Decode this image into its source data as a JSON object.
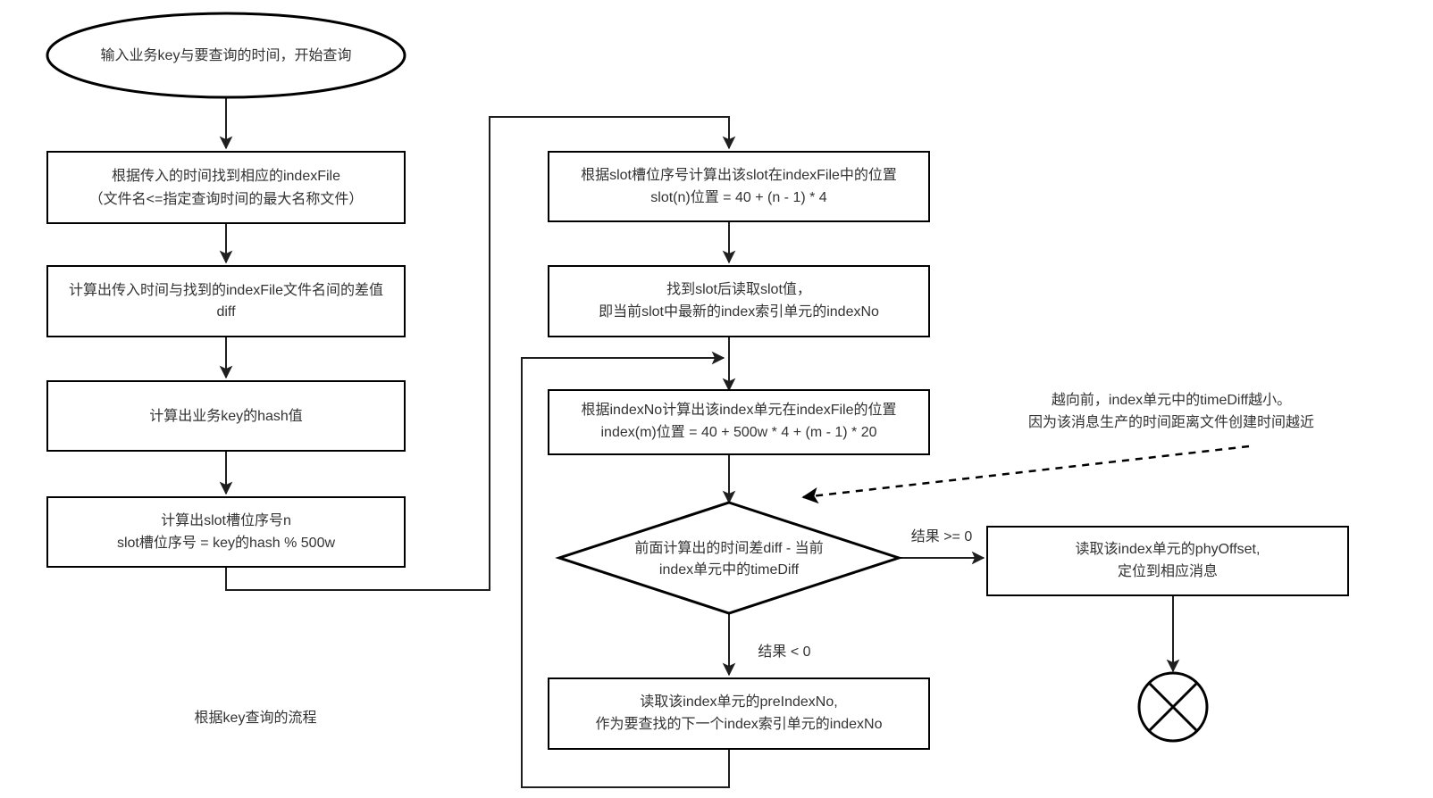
{
  "diagram": {
    "title_caption": "根据key查询的流程",
    "background_color": "#ffffff",
    "stroke_color": "#000000",
    "text_color": "#333333"
  },
  "nodes": {
    "start": {
      "type": "ellipse",
      "label": "输入业务key与要查询的时间，开始查询"
    },
    "find_index_file": {
      "type": "process",
      "line1": "根据传入的时间找到相应的indexFile",
      "line2": "（文件名<=指定查询时间的最大名称文件）"
    },
    "calc_diff": {
      "type": "process",
      "line1": "计算出传入时间与找到的indexFile文件名间的差值",
      "line2": "diff"
    },
    "calc_hash": {
      "type": "process",
      "line1": "计算出业务key的hash值"
    },
    "calc_slot_no": {
      "type": "process",
      "line1": "计算出slot槽位序号n",
      "line2": "slot槽位序号 = key的hash % 500w"
    },
    "calc_slot_pos": {
      "type": "process",
      "line1": "根据slot槽位序号计算出该slot在indexFile中的位置",
      "line2": "slot(n)位置 = 40 + (n - 1) * 4"
    },
    "read_slot_value": {
      "type": "process",
      "line1": "找到slot后读取slot值，",
      "line2": "即当前slot中最新的index索引单元的indexNo"
    },
    "calc_index_pos": {
      "type": "process",
      "line1": "根据indexNo计算出该index单元在indexFile的位置",
      "line2": "index(m)位置 = 40 + 500w * 4 + (m - 1) * 20"
    },
    "decision": {
      "type": "decision",
      "line1": "前面计算出的时间差diff - 当前",
      "line2": "index单元中的timeDiff"
    },
    "read_phyoffset": {
      "type": "process",
      "line1": "读取该index单元的phyOffset,",
      "line2": "定位到相应消息"
    },
    "read_preindexno": {
      "type": "process",
      "line1": "读取该index单元的preIndexNo,",
      "line2": "作为要查找的下一个index索引单元的indexNo"
    },
    "end": {
      "type": "terminator-circle-x",
      "label": ""
    }
  },
  "edge_labels": {
    "result_gte_zero": "结果 >= 0",
    "result_lt_zero": "结果 < 0"
  },
  "annotation": {
    "line1": "越向前，index单元中的timeDiff越小。",
    "line2": "因为该消息生产的时间距离文件创建时间越近"
  }
}
